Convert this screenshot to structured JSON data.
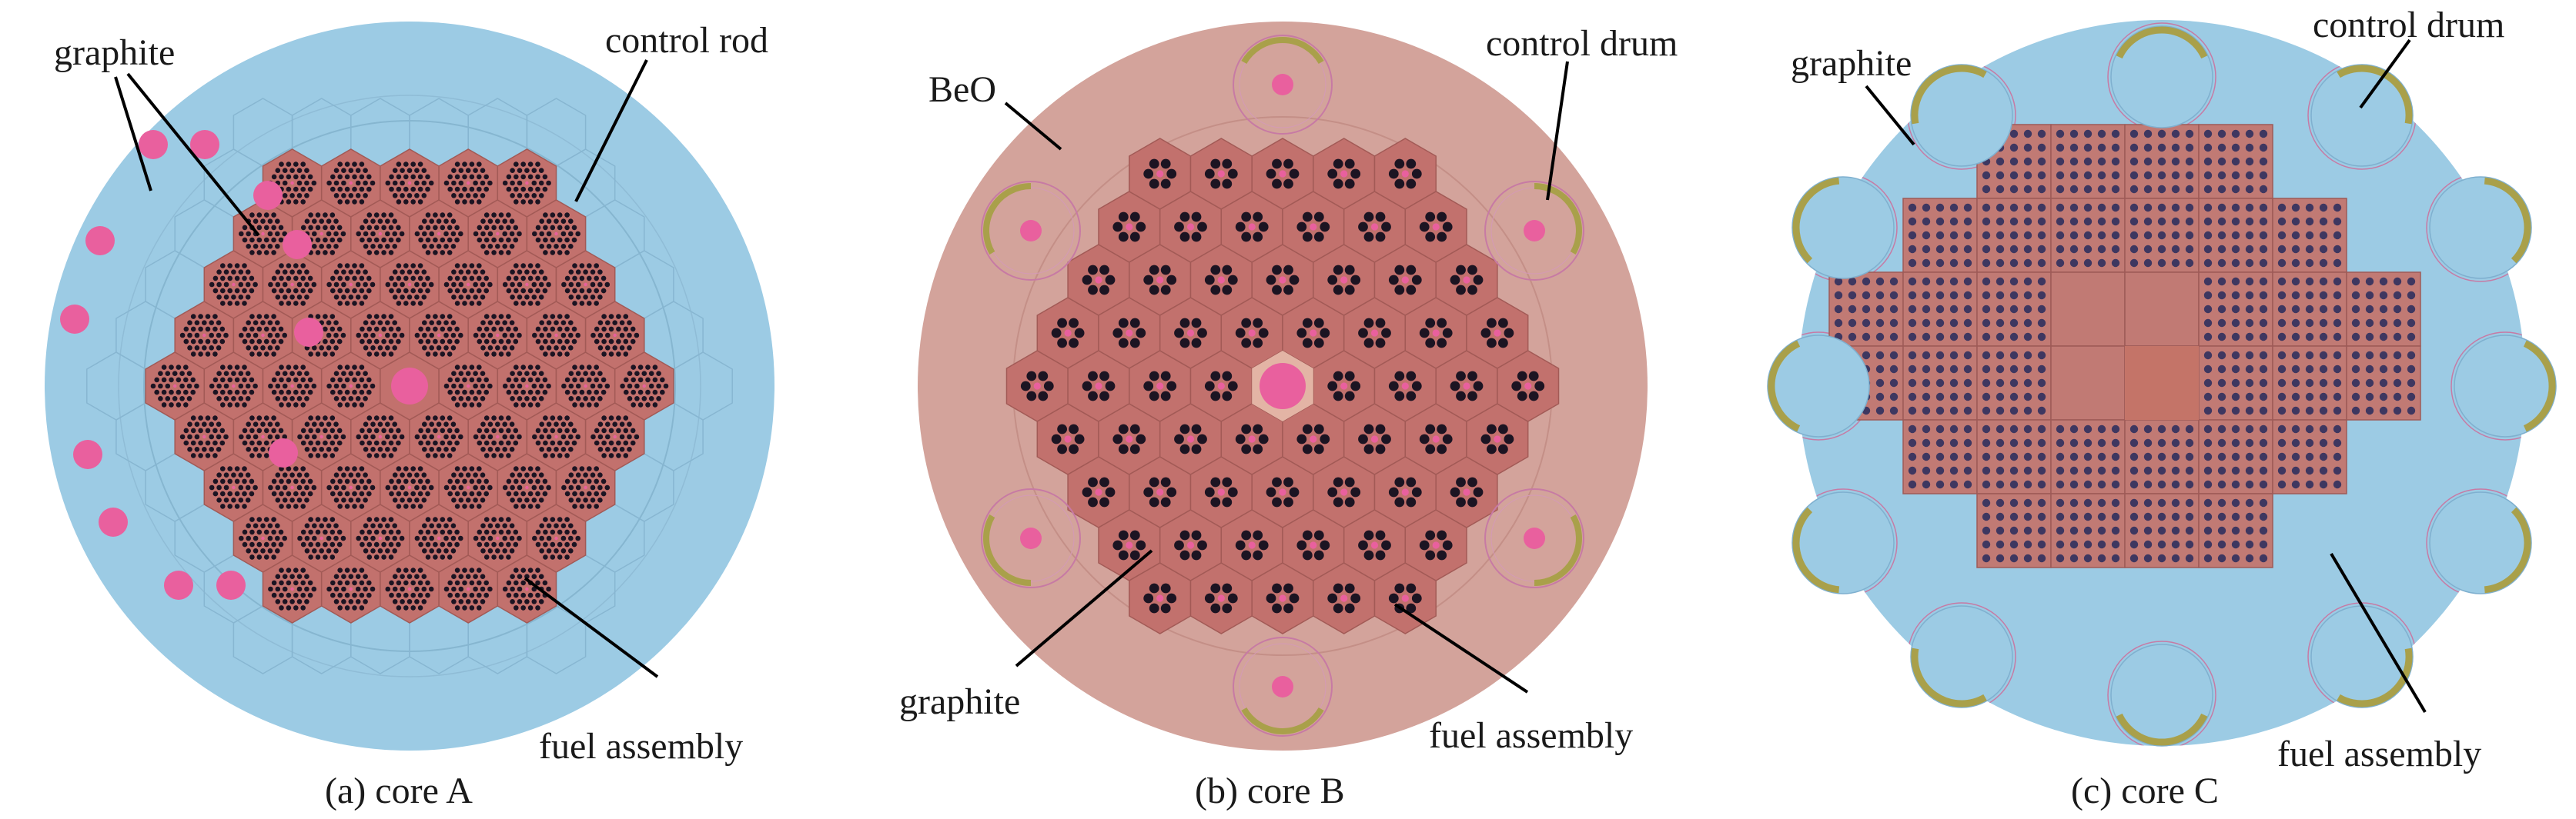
{
  "panels": [
    {
      "caption": "(a) core A",
      "labels": {
        "graphite": "graphite",
        "control_rod": "control rod",
        "fuel_assembly": "fuel assembly"
      }
    },
    {
      "caption": "(b) core B",
      "labels": {
        "beo": "BeO",
        "control_drum": "control drum",
        "graphite": "graphite",
        "fuel_assembly": "fuel assembly"
      }
    },
    {
      "caption": "(c) core C",
      "labels": {
        "graphite": "graphite",
        "control_drum": "control drum",
        "fuel_assembly": "fuel assembly"
      }
    }
  ],
  "colors": {
    "graphite_reflector": "#9ccbe4",
    "beo_reflector": "#d3a39b",
    "fuel_block": "#c2716d",
    "fuel_block_edge": "#a25a56",
    "fuel_hole": "#1c1422",
    "control_pink": "#e9609e",
    "drum_absorber": "#a9a04a",
    "drum_outline": "#c77aa4",
    "core_c_hole": "#3e3760"
  }
}
